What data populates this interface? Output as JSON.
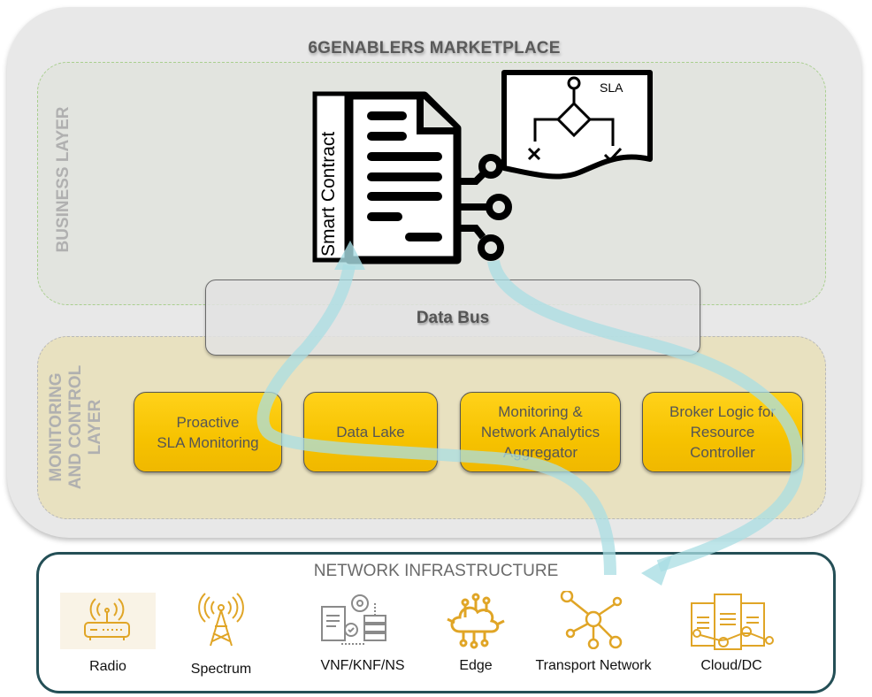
{
  "marketplace": {
    "title": "6GENABLERS MARKETPLACE"
  },
  "business_layer": {
    "label": "BUSINESS LAYER",
    "smart_contract_label": "Smart Contract",
    "sla_label": "SLA"
  },
  "data_bus": {
    "label": "Data Bus"
  },
  "monitoring_layer": {
    "label_lines": [
      "MONITORING",
      "AND CONTROL",
      "LAYER"
    ],
    "components": [
      {
        "lines": [
          "Proactive",
          "SLA Monitoring"
        ]
      },
      {
        "lines": [
          "Data Lake"
        ]
      },
      {
        "lines": [
          "Monitoring &",
          "Network Analytics",
          "Aggregator"
        ]
      },
      {
        "lines": [
          "Broker Logic for",
          "Resource",
          "Controller"
        ]
      }
    ]
  },
  "network_infrastructure": {
    "title": "NETWORK INFRASTRUCTURE",
    "items": [
      {
        "label": "Radio",
        "icon": "router-icon"
      },
      {
        "label": "Spectrum",
        "icon": "antenna-tower-icon"
      },
      {
        "label": "VNF/KNF/NS",
        "icon": "virtual-function-icon"
      },
      {
        "label": "Edge",
        "icon": "edge-cloud-icon"
      },
      {
        "label": "Transport Network",
        "icon": "network-hub-icon"
      },
      {
        "label": "Cloud/DC",
        "icon": "datacenter-icon"
      }
    ]
  },
  "colors": {
    "component_fill": "#f6c200",
    "infra_border": "#244f56",
    "icon_accent": "#e0a526",
    "flow_arrow": "#a9dde3"
  }
}
